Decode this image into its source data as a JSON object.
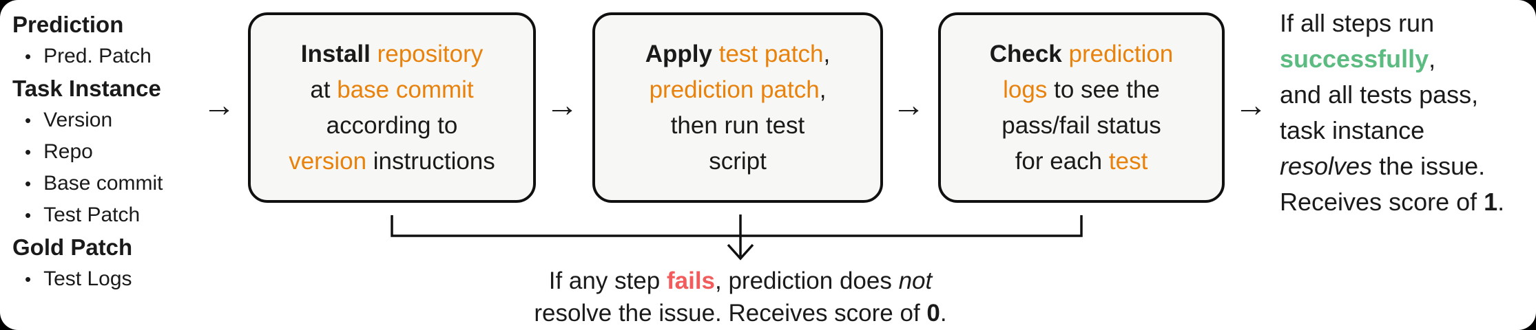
{
  "colors": {
    "orange": "#E8820C",
    "green": "#5CBB80",
    "red": "#F25C5C",
    "text": "#1A1A1A",
    "box_bg": "#F7F7F5",
    "box_border": "#101010"
  },
  "glyphs": {
    "right_arrow": "→",
    "bullet": "•"
  },
  "left_panel": {
    "sections": [
      {
        "title": "Prediction",
        "items": [
          "Pred. Patch"
        ]
      },
      {
        "title": "Task Instance",
        "items": [
          "Version",
          "Repo",
          "Base commit",
          "Test Patch"
        ]
      },
      {
        "title": "Gold Patch",
        "items": [
          "Test Logs"
        ]
      }
    ]
  },
  "boxes": [
    {
      "name": "install",
      "lines": [
        [
          {
            "t": "Install",
            "s": "bold"
          },
          {
            "t": " "
          },
          {
            "t": "repository",
            "s": "orange"
          }
        ],
        [
          {
            "t": "at "
          },
          {
            "t": "base commit",
            "s": "orange"
          }
        ],
        [
          {
            "t": "according to"
          }
        ],
        [
          {
            "t": "version",
            "s": "orange"
          },
          {
            "t": " instructions"
          }
        ]
      ]
    },
    {
      "name": "apply",
      "lines": [
        [
          {
            "t": "Apply",
            "s": "bold"
          },
          {
            "t": " "
          },
          {
            "t": "test patch",
            "s": "orange"
          },
          {
            "t": ","
          }
        ],
        [
          {
            "t": "prediction patch",
            "s": "orange"
          },
          {
            "t": ","
          }
        ],
        [
          {
            "t": "then run test"
          }
        ],
        [
          {
            "t": "script"
          }
        ]
      ]
    },
    {
      "name": "check",
      "lines": [
        [
          {
            "t": "Check",
            "s": "bold"
          },
          {
            "t": " "
          },
          {
            "t": "prediction",
            "s": "orange"
          }
        ],
        [
          {
            "t": "logs",
            "s": "orange"
          },
          {
            "t": " to see the"
          }
        ],
        [
          {
            "t": "pass/fail status"
          }
        ],
        [
          {
            "t": "for each "
          },
          {
            "t": "test",
            "s": "orange"
          }
        ]
      ]
    }
  ],
  "outcomes": {
    "success": {
      "lines": [
        [
          {
            "t": "If all steps run"
          }
        ],
        [
          {
            "t": "successfully",
            "s": "green bold"
          },
          {
            "t": ","
          }
        ],
        [
          {
            "t": "and all tests pass,"
          }
        ],
        [
          {
            "t": "task instance"
          }
        ],
        [
          {
            "t": "resolves",
            "s": "italic"
          },
          {
            "t": " the issue."
          }
        ],
        [
          {
            "t": "Receives score of "
          },
          {
            "t": "1",
            "s": "bold"
          },
          {
            "t": "."
          }
        ]
      ]
    },
    "failure": {
      "lines": [
        [
          {
            "t": "If any step "
          },
          {
            "t": "fails",
            "s": "red bold"
          },
          {
            "t": ", prediction does "
          },
          {
            "t": "not",
            "s": "italic"
          }
        ],
        [
          {
            "t": "resolve the issue. Receives score of "
          },
          {
            "t": "0",
            "s": "bold"
          },
          {
            "t": "."
          }
        ]
      ]
    }
  }
}
